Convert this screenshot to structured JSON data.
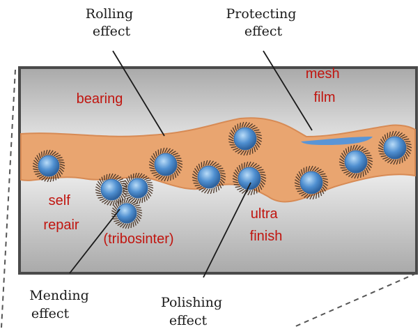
{
  "colors": {
    "band": "#e9a570",
    "band_edge": "#d78a54",
    "particle": "#4f8fd0",
    "particle_highlight": "#b9dcf8",
    "bristle": "#4a3628",
    "film": "#5a95d6",
    "red_label": "#c0150f",
    "black_label": "#1a1a1a",
    "frame": "#4a4a4a",
    "bg_light": "#f4f4f4",
    "bg_dark": "#a9a9a9"
  },
  "effects": {
    "rolling": [
      "Rolling",
      "effect"
    ],
    "protecting": [
      "Protecting",
      "effect"
    ],
    "mending": [
      "Mending",
      "effect"
    ],
    "polishing": [
      "Polishing",
      "effect"
    ]
  },
  "annotations": {
    "bearing": "bearing",
    "mesh_film": [
      "mesh",
      "film"
    ],
    "self_repair": [
      "self",
      "repair"
    ],
    "tribosinter": "(tribosinter)",
    "ultra_finish": [
      "ultra",
      "finish"
    ]
  }
}
